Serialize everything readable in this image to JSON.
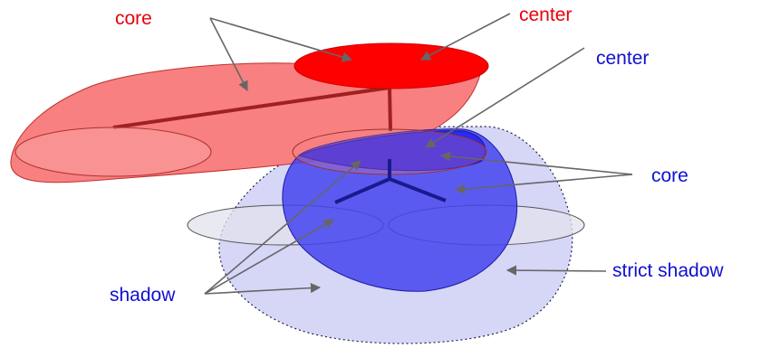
{
  "labels": {
    "core_red": "core",
    "center_red": "center",
    "center_blue": "center",
    "core_blue": "core",
    "shadow": "shadow",
    "strict_shadow": "strict shadow"
  },
  "colors": {
    "red_label": "#e8000b",
    "blue_label": "#1010d0",
    "red_core_fill": "#f88080",
    "red_center_fill": "#ff0000",
    "blue_core_fill": "#4444f0",
    "strict_shadow_fill": "#c8c8f4",
    "shadow_ellipse_fill": "#e2e2ec",
    "arrow": "#666666"
  }
}
